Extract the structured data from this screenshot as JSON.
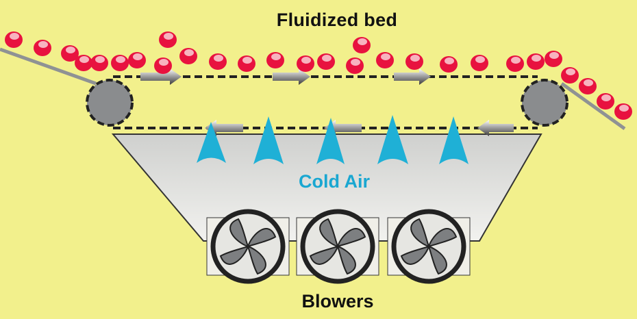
{
  "labels": {
    "title": "Fluidized bed",
    "cold_air": "Cold Air",
    "blowers": "Blowers"
  },
  "colors": {
    "background": "#f2f08c",
    "particle": "#e8123f",
    "particle_highlight": "#f7b3bf",
    "air_arrow": "#1fb0d6",
    "chamber_fill": "#e3e4e0",
    "roller": "#8a8c8e",
    "belt": "#222222"
  },
  "icons": {
    "particle": "product-particle-icon",
    "air_flow": "air-flow-arrow-icon",
    "belt_arrow": "belt-direction-arrow-icon",
    "blower": "blower-fan-icon",
    "roller": "roller-icon"
  }
}
